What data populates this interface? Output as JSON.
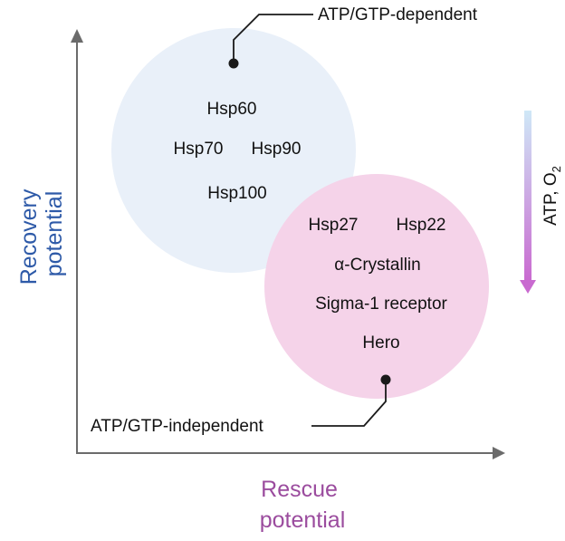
{
  "diagram": {
    "colors": {
      "axis": "#6b6b6b",
      "dependent_circle": "#e9f0f9",
      "independent_circle": "#f5d3e9",
      "y_axis_title": "#2e5aa8",
      "x_axis_title": "#9b4c9e",
      "gradient_top": "#cfe8f7",
      "gradient_bottom": "#c96ad0",
      "connector": "#1a1a1a"
    },
    "y_axis_title": [
      "Recovery",
      "potential"
    ],
    "x_axis_title": [
      "Rescue",
      "potential"
    ],
    "dependent_group": {
      "label": "ATP/GTP-dependent",
      "members": [
        "Hsp60",
        "Hsp70",
        "Hsp90",
        "Hsp100"
      ]
    },
    "independent_group": {
      "label": "ATP/GTP-independent",
      "members": [
        "Hsp27",
        "Hsp22",
        "α-Crystallin",
        "Sigma-1 receptor",
        "Hero"
      ]
    },
    "gradient_label": "ATP, O",
    "gradient_label_subscript": "2",
    "gradient_icon": "down-arrow-icon"
  }
}
